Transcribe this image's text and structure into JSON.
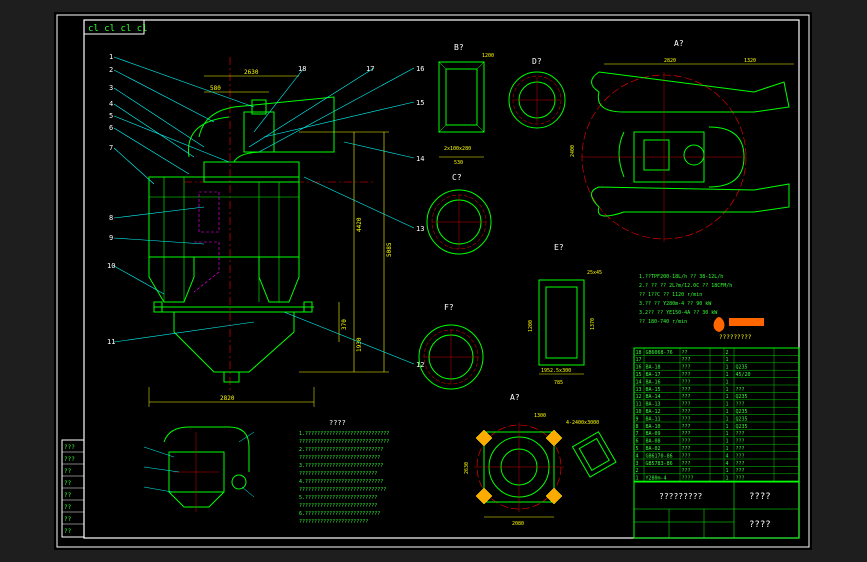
{
  "drawing": {
    "view_labels": {
      "b": "B?",
      "d": "D?",
      "a_top": "A?",
      "c": "C?",
      "e": "E?",
      "f": "F?",
      "a_bottom": "A?"
    },
    "leader_numbers": [
      "1",
      "2",
      "3",
      "4",
      "5",
      "6",
      "7",
      "8",
      "9",
      "10",
      "11",
      "12",
      "13",
      "14",
      "15",
      "16",
      "17",
      "18"
    ],
    "dims_main": {
      "width": "2820",
      "top_width": "580",
      "top_width2": "2630",
      "height": "5085",
      "h2": "4420",
      "h3": "370",
      "h4": "1930"
    },
    "dims_views": {
      "b_width": "530",
      "b_note": "2x100x280",
      "b_side": "1200",
      "a_top_w1": "2820",
      "a_top_w2": "1320",
      "a_top_h": "2400",
      "e_width": "785",
      "e_inner": "1952.5x300",
      "e_h1": "1200",
      "e_h2": "1370",
      "e_note": "25x45",
      "a_bottom_w": "2080",
      "a_bottom_h": "2630",
      "a_bottom_note": "4-2400x3000",
      "a_bottom_top": "1300"
    },
    "notes_title": "????",
    "notes_lines": [
      "1.????????????????????????????",
      "??????????????????????????????",
      "2.??????????????????????????",
      "???????????????????????????",
      "3.??????????????????????????",
      "??????????????????????????",
      "4.??????????????????????????",
      "?????????????????????????????",
      "5.????????????????????????",
      "??????????????????????????",
      "6.?????????????????????????",
      "???????????????????????"
    ],
    "spec_lines": [
      "1.??TPF200-18L/h   ?? 38-12L/h",
      "2.?  ?? ?? 2L?m/12.0C   ?? 18CFM/h",
      "      ?? 1??C         ?? 1120 r/min",
      "3.?? ?? Y280m-4      ?? 90 kW",
      "  3.2??  ?? YE150-4A  ?? 30 kW",
      "          ?? 180-740 r/min"
    ],
    "logo_text": "?????????",
    "bom_rows": [
      [
        "18",
        "GB6068-76",
        "??",
        "",
        "2",
        ""
      ],
      [
        "17",
        "",
        "???",
        "",
        "1",
        "",
        ""
      ],
      [
        "16",
        "BA-18",
        "???",
        "",
        "1",
        "Q235",
        ""
      ],
      [
        "15",
        "BA-17",
        "???",
        "",
        "1",
        "45/20",
        ""
      ],
      [
        "14",
        "BA-16",
        "???",
        "",
        "1",
        "",
        ""
      ],
      [
        "13",
        "BA-15",
        "???",
        "",
        "1",
        "???",
        ""
      ],
      [
        "12",
        "BA-14",
        "???",
        "",
        "1",
        "Q235",
        ""
      ],
      [
        "11",
        "BA-13",
        "???",
        "",
        "1",
        "???",
        ""
      ],
      [
        "10",
        "BA-12",
        "???",
        "",
        "1",
        "Q235",
        ""
      ],
      [
        "9",
        "BA-11",
        "???",
        "",
        "1",
        "Q235",
        ""
      ],
      [
        "8",
        "BA-10",
        "???",
        "",
        "1",
        "Q235",
        ""
      ],
      [
        "7",
        "BA-09",
        "???",
        "",
        "1",
        "???",
        ""
      ],
      [
        "6",
        "BA-08",
        "???",
        "",
        "1",
        "???",
        ""
      ],
      [
        "5",
        "BA-02",
        "???",
        "",
        "1",
        "???",
        ""
      ],
      [
        "4",
        "GB6170-86",
        "???",
        "",
        "4",
        "???",
        ""
      ],
      [
        "3",
        "GB5783-86",
        "???",
        "",
        "4",
        "???",
        ""
      ],
      [
        "2",
        "",
        "???",
        "",
        "1",
        "???",
        ""
      ],
      [
        "1",
        "Y280m-4",
        "????",
        "",
        "1",
        "???",
        ""
      ]
    ],
    "title_block": {
      "name": "?????????",
      "company": "????",
      "subtitle": "????"
    },
    "side_stamp": [
      "???",
      "???",
      "??",
      "??",
      "??",
      "??",
      "??",
      "??"
    ],
    "top_marks": "cl cl cl cl",
    "colors": {
      "background": "#000000",
      "frame": "#ffffff",
      "outline": "#00ff00",
      "leader": "#00ffff",
      "dimension": "#ffff00",
      "centerline": "#ff0000",
      "hidden": "#ff00ff"
    }
  }
}
